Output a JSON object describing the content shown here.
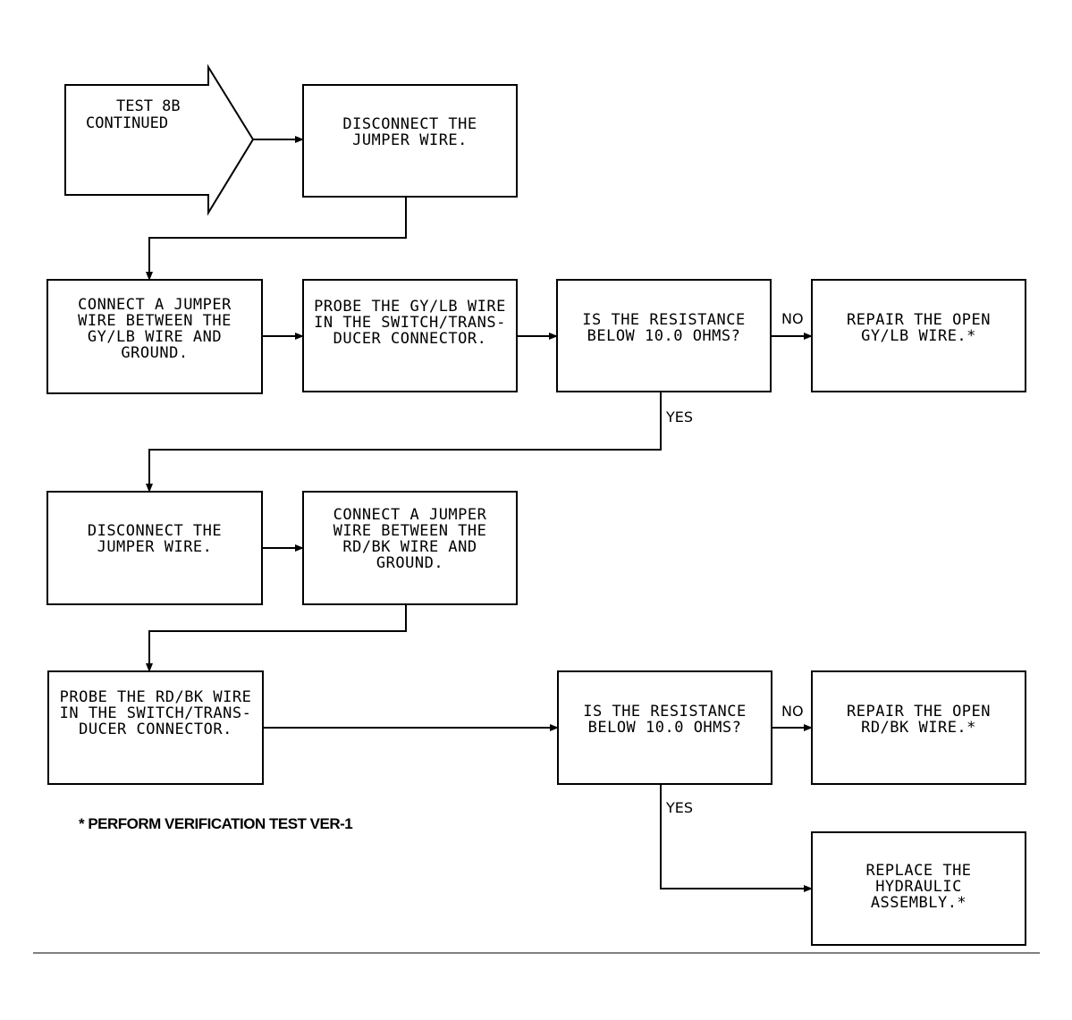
{
  "start": {
    "line1": "TEST 8B",
    "line2": "CONTINUED"
  },
  "boxes": {
    "disconnect_1": "DISCONNECT THE\nJUMPER WIRE.",
    "connect_jumper_gylb": "CONNECT A JUMPER\nWIRE BETWEEN THE\nGY/LB WIRE AND\nGROUND.",
    "probe_gylb": "PROBE THE GY/LB WIRE\nIN THE SWITCH/TRANS-\nDUCER CONNECTOR.",
    "resistance_1": "IS THE RESISTANCE\nBELOW 10.0 OHMS?",
    "repair_gylb": "REPAIR THE OPEN\nGY/LB WIRE.*",
    "disconnect_2": "DISCONNECT THE\nJUMPER WIRE.",
    "connect_jumper_rdbk": "CONNECT A JUMPER\nWIRE BETWEEN THE\nRD/BK WIRE AND\nGROUND.",
    "probe_rdbk": "PROBE THE RD/BK WIRE\nIN THE SWITCH/TRANS-\nDUCER CONNECTOR.",
    "resistance_2": "IS THE RESISTANCE\nBELOW 10.0 OHMS?",
    "repair_rdbk": "REPAIR THE OPEN\nRD/BK WIRE.*",
    "replace_hydraulic": "REPLACE THE\nHYDRAULIC\nASSEMBLY.*"
  },
  "labels": {
    "no_1": "NO",
    "yes_1": "YES",
    "no_2": "NO",
    "yes_2": "YES"
  },
  "footnote": "* PERFORM VERIFICATION TEST VER-1"
}
